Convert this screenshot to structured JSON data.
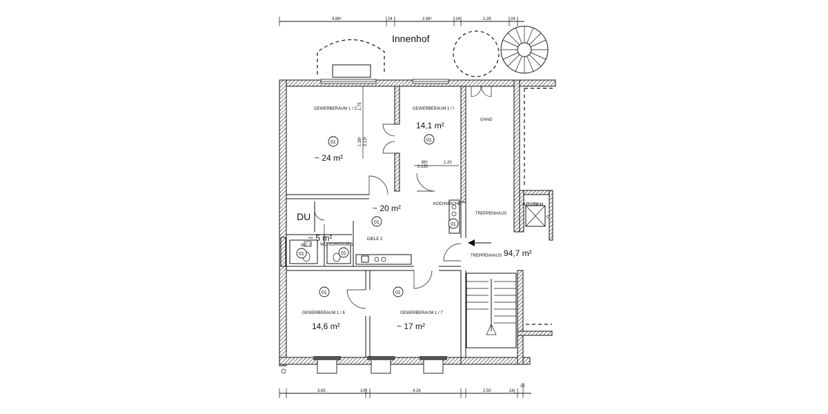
{
  "plan": {
    "courtyard_label": "Innenhof",
    "top_dimensions": [
      "4.88⁵",
      "24",
      "2.88⁵",
      "24",
      "2.26",
      "24"
    ],
    "bottom_dimensions": [
      "3.65",
      "10¹|",
      "4.26",
      "2.50",
      "24|",
      "25"
    ],
    "rooms": [
      {
        "id": "room-1-3",
        "name": "GEWERBERAUM 1 / 3",
        "code": "01",
        "area": "~ 24 m²"
      },
      {
        "id": "room-1-x",
        "name": "GEWERBERAUM 1 / /",
        "code": "01",
        "area": "14,1 m²"
      },
      {
        "id": "gang",
        "name": "GANG",
        "code": "",
        "area": ""
      },
      {
        "id": "diele",
        "name": "DIELE 2",
        "code": "01",
        "area": "~ 20 m²"
      },
      {
        "id": "kochnische",
        "name": "KOCHNISCHE",
        "code": "01",
        "area": ""
      },
      {
        "id": "treppenhaus-upper",
        "name": "TREPPENHAUS",
        "code": "",
        "area": ""
      },
      {
        "id": "aufzug",
        "name": "AUFZUGS RAUM",
        "code": "",
        "area": ""
      },
      {
        "id": "du",
        "name": "DU",
        "code": "",
        "area": ""
      },
      {
        "id": "wc",
        "name": "WC 2",
        "code": "01",
        "area": "~ 5 m²"
      },
      {
        "id": "wc-vorraum",
        "name": "WC-VORRAUM 1",
        "code": "01",
        "area": ""
      },
      {
        "id": "treppenhaus-lower",
        "name": "TREPPENHAUS",
        "code": "",
        "area": "94,7 m²"
      },
      {
        "id": "room-1-6",
        "name": "GEWERBERAUM 1 / 6",
        "code": "01",
        "area": "14,6 m²"
      },
      {
        "id": "room-1-7",
        "name": "GEWERBERAUM 1 / 7",
        "code": "01",
        "area": "~ 17 m²"
      }
    ],
    "inner_dims": [
      "1.75",
      "1.38⁵",
      "2.13⁵",
      "88⁵",
      "2.135",
      "1.20"
    ],
    "side_marker": "c"
  }
}
